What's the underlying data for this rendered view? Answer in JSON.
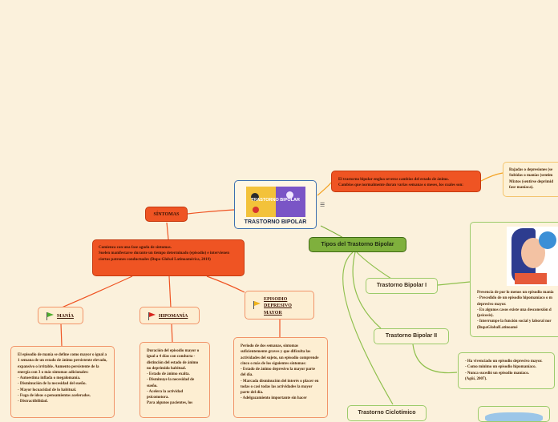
{
  "center": {
    "title": "TRASTORNO BIPOLAR",
    "image_title": "TRASTORNO BIPOLAR"
  },
  "sintomas": {
    "label": "SÍNTOMAS",
    "description": "Comienza con una fase aguda de síntomas.\nSuelen manifestarse durante un tiempo determinado (episodio) e intervienen ciertos patrones conductuales (Bupa Global Latinoamérica, 2019)",
    "mania": {
      "label": "MANÍA",
      "text": "El episodio de manía se define como mayor o igual a 1 semana de un estado de ánimo persistente elevado, expansivo o irritable. Aumento persistente de la energía con 3 o más síntomas adicionales:\n- Autoestima inflada o megalomanía.\n- Disminución de la necesidad del sueño.\n- Mayor locuacidad de lo habitual.\n- Fuga de ideas o pensamientos acelerados.\n- Distractibilidad."
    },
    "hipomania": {
      "label": "HIPOMANÍA",
      "text": "Duración del episodio mayor o igual a 4 días con conducta - distinción del estado de ánimo no deprimido habitual.\n- Estado de ánimo exalta.\n- Disminuye la necesidad de sueño.\n- Acelera la actividad psicomotora.\nPara algunos pacientes, los"
    },
    "depresivo": {
      "label": "EPISODIO DEPRESIVO MAYOR",
      "text": "Periodo de dos semanas, síntomas suficientemente graves y que dificulta las actividades del sujeto, un episodio comprende cinco o más de los siguientes síntomas:\n- Estado de ánimo depresivo la mayor parte del día.\n- Marcada disminución del interés o placer en todas o casi todas las actividades la mayor parte del día.\n- Adelgazamiento importante sin hacer"
    }
  },
  "intro": {
    "text": "El trastorno bipolar engloa severos cambios del estado de ánimo.\nCambios que normalmente duran varias semanas o meses, los cuales son:",
    "detail": "Bajadas o depresiones (se\nSubidas o manías (sentim\nMixtos (sentirse deprimid\nfase maníaca)."
  },
  "tipos": {
    "label": "Tipos del Trastorno Bipolar",
    "tipo1": {
      "label": "Trastorno Bipolar I",
      "text": "Presencia de por lo menos un episodio manía\n- Precedido de un episodio hipomaníaco o m\ndepresivo mayor.\n- En algunos casos existe una desconexión d\n(psicosis).\n- Interrumpe la función social y laboral nor\n(BupaGlobalLatinoamé"
    },
    "tipo2": {
      "label": "Trastorno Bipolar II",
      "text": "- Ha vivenciado un episodio depresivo mayor.\n- Como mínimo un episodio hipomaníaco.\n- Nunca sucedió un episodio maníaco.\n(Agüí, 2007)."
    },
    "ciclotimico": {
      "label": "Trastorno Ciclotímico"
    }
  },
  "colors": {
    "orange": "#ef5423",
    "green": "#7fb03d",
    "blue": "#3d6fb0",
    "background": "#fbf1dc"
  }
}
